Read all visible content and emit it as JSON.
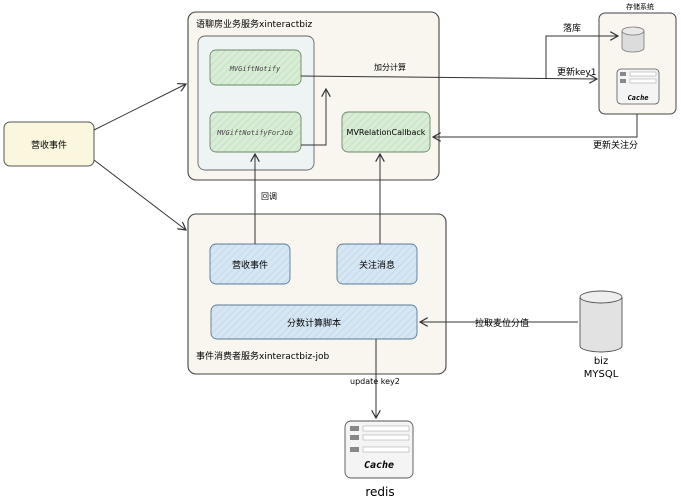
{
  "nodes": {
    "revenue_event_source": "营收事件",
    "chat_service": {
      "title": "语聊房业务服务xinteractbiz",
      "notify": "MVGiftNotify",
      "notify_job": "MVGiftNotifyForJob",
      "relation_callback": "MVRelationCallback"
    },
    "consumer_service": {
      "title": "事件消费者服务xinteractbiz-job",
      "revenue_event": "营收事件",
      "follow_message": "关注消息",
      "score_script": "分数计算脚本"
    },
    "storage": {
      "title": "存储系统",
      "cache": "Cache"
    },
    "mysql": {
      "line1": "biz",
      "line2": "MYSQL"
    },
    "redis": {
      "label": "redis",
      "cache": "Cache"
    }
  },
  "edges": {
    "add_score": "加分计算",
    "persist": "落库",
    "update_key1": "更新key1",
    "update_follow_score": "更新关注分",
    "callback": "回调",
    "pull_mic_score": "拉取麦位分值",
    "update_key2": "update key2"
  },
  "colors": {
    "panel": "#f8f6ee",
    "green": "#d8ecd6",
    "blue": "#d6e6f3",
    "yellow": "#fbf7df",
    "inner": "#eef3f3"
  }
}
